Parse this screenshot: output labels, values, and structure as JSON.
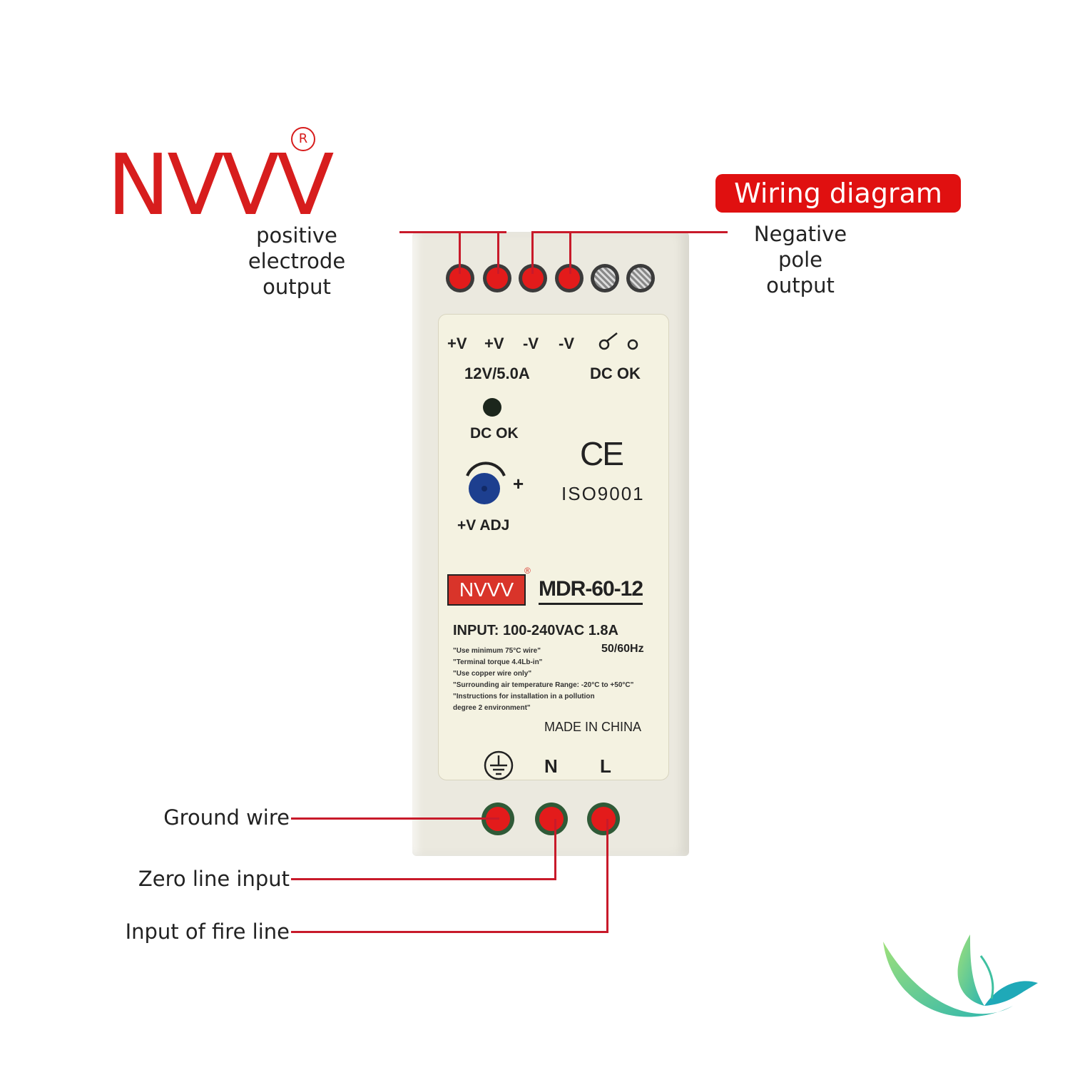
{
  "logo": {
    "brand": "NVVV",
    "registered": "R"
  },
  "badge": {
    "title": "Wiring diagram"
  },
  "callouts": {
    "positive_line1": "positive electrode",
    "positive_line2": "output",
    "negative_line1": "Negative pole",
    "negative_line2": "output",
    "ground": "Ground wire",
    "zero": "Zero line input",
    "fire": "Input of fire line"
  },
  "plate": {
    "terminals_top": [
      "+V",
      "+V",
      "-V",
      "-V"
    ],
    "rating": "12V/5.0A",
    "dc_ok_top": "DC OK",
    "dc_ok_led": "DC OK",
    "ce": "CE",
    "iso": "ISO9001",
    "adj_plus": "+",
    "adj": "+V ADJ",
    "brand": "NVVV",
    "model": "MDR-60-12",
    "input": "INPUT: 100-240VAC  1.8A",
    "freq": "50/60Hz",
    "notes": [
      "\"Use minimum 75°C wire\"",
      "\"Terminal torque 4.4Lb-in\"",
      "\"Use copper wire only\"",
      "\"Surrounding air temperature Range: -20°C to +50°C\"",
      "\"Instructions for installation in a pollution",
      " degree 2 environment\""
    ],
    "made_in": "MADE IN CHINA",
    "bottom_n": "N",
    "bottom_l": "L"
  },
  "colors": {
    "accent": "#e01010",
    "brand_red": "#d71d1d",
    "leader": "#c81a2a"
  }
}
